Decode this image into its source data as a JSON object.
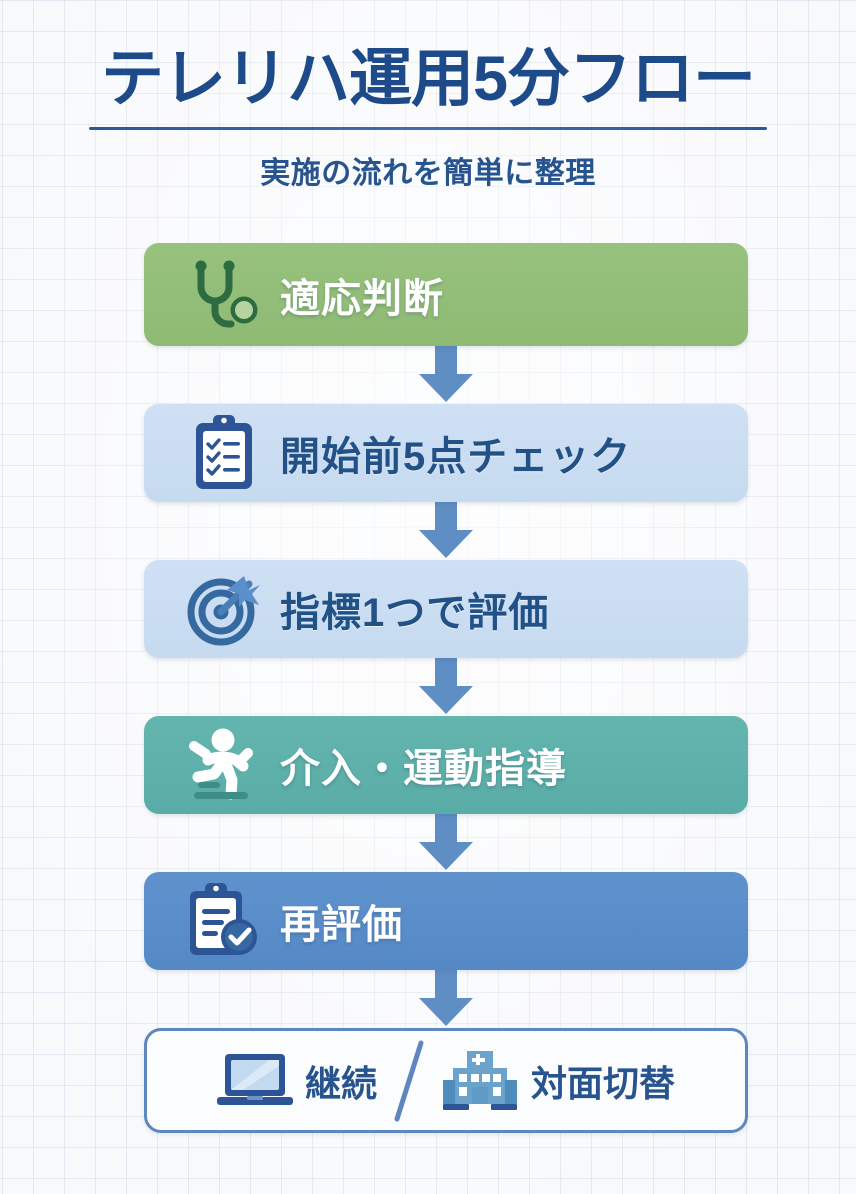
{
  "header": {
    "title": "テレリハ運用5分フロー",
    "subtitle": "実施の流れを簡単に整理"
  },
  "colors": {
    "background": "#f8f9fb",
    "grid_line": "#afc3dc",
    "title_navy": "#1d4b8a",
    "subtitle_navy": "#27548f",
    "step1_green": "#93be78",
    "step2_light_blue": "#ccdef2",
    "step3_light_blue": "#ccdef2",
    "step4_teal": "#5fb2ac",
    "step5_blue": "#5b8fcb",
    "arrow_blue": "#5f8ec4",
    "outcome_border": "#5d87bd",
    "stethoscope_green": "#2d6b40",
    "clipboard_blue": "#2d5596",
    "target_blue": "#35699f",
    "laptop_navy": "#2d5596",
    "hospital_blue": "#6ba3cc"
  },
  "flow": {
    "steps": [
      {
        "label": "適応判断",
        "icon": "stethoscope-icon",
        "style": "green"
      },
      {
        "label": "開始前5点チェック",
        "icon": "clipboard-checklist-icon",
        "style": "lightblue"
      },
      {
        "label": "指標1つで評価",
        "icon": "target-dart-icon",
        "style": "lightblue"
      },
      {
        "label": "介入・運動指導",
        "icon": "running-person-icon",
        "style": "teal"
      },
      {
        "label": "再評価",
        "icon": "clipboard-check-icon",
        "style": "blue"
      }
    ],
    "arrow_count": 5,
    "arrow_direction": "down"
  },
  "outcome": {
    "left": {
      "label": "継続",
      "icon": "laptop-icon"
    },
    "separator": "slash",
    "right": {
      "label": "対面切替",
      "icon": "hospital-building-icon"
    }
  }
}
